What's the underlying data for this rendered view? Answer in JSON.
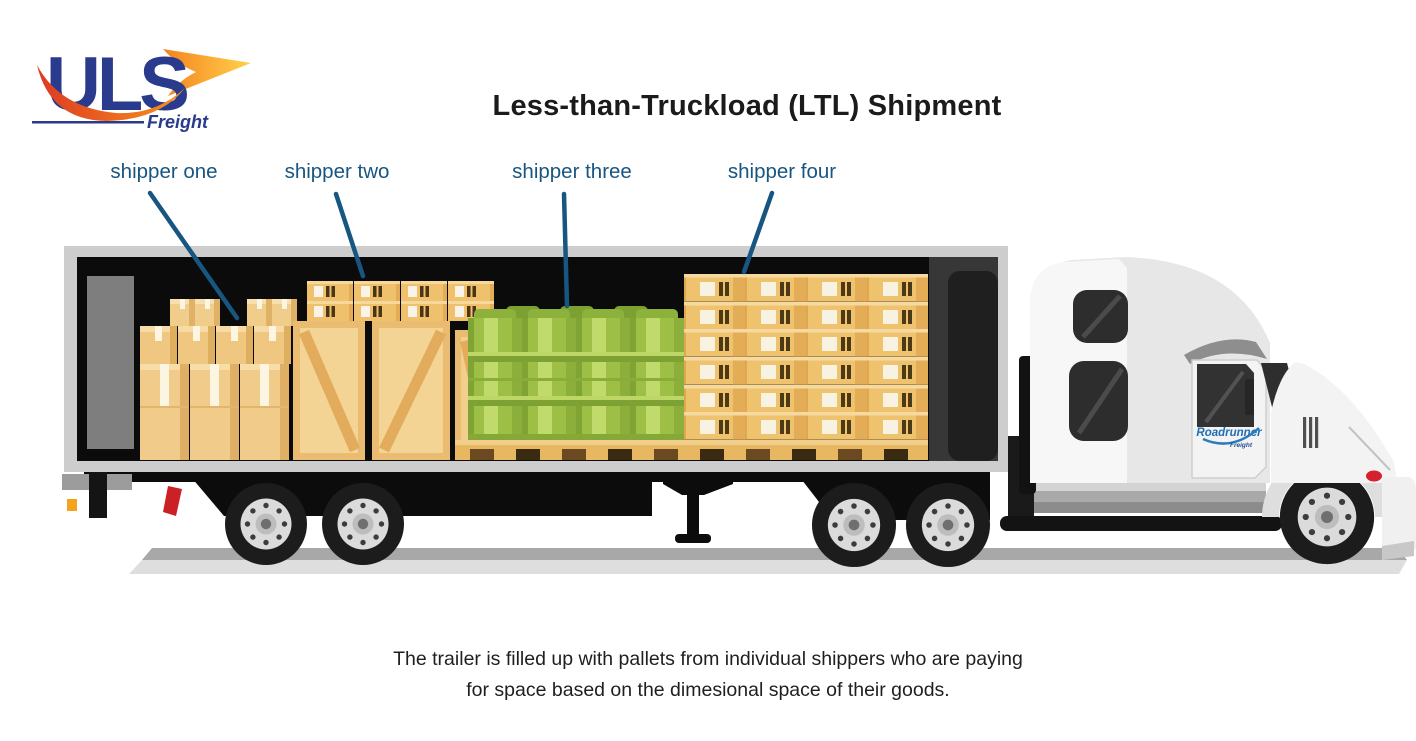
{
  "logo": {
    "text": "ULS",
    "subtext": "Freight"
  },
  "title": "Less-than-Truckload (LTL) Shipment",
  "shippers": [
    {
      "label": "shipper one"
    },
    {
      "label": "shipper two"
    },
    {
      "label": "shipper three"
    },
    {
      "label": "shipper four"
    }
  ],
  "truck": {
    "door_logo": {
      "text": "Roadrunner",
      "subtext": "Freight"
    }
  },
  "caption": {
    "line1": "The trailer is filled up with pallets from individual shippers who are paying",
    "line2": "for space based on the dimesional space of their goods."
  },
  "colors": {
    "label_blue": "#175680",
    "pointer_line_blue": "#175680",
    "logo_blue": "#2A3A8C",
    "logo_red": "#DC3A22",
    "logo_orange": "#F7941D",
    "logo_yellow": "#FFD24A",
    "door_logo_blue": "#1F6EB5",
    "barrel_green": "#9DBF45",
    "cardboard_tan": "#F0CB89",
    "crate_wood": "#E9BC72",
    "box_grid_tan": "#EFC36E",
    "trailer_frame_gray": "#CDCDCD",
    "trailer_interior_black": "#0B0B0B",
    "cab_white": "#F6F6F6",
    "road_gray_dark": "#A8A8A8",
    "road_gray_light": "#DEDEDE"
  }
}
